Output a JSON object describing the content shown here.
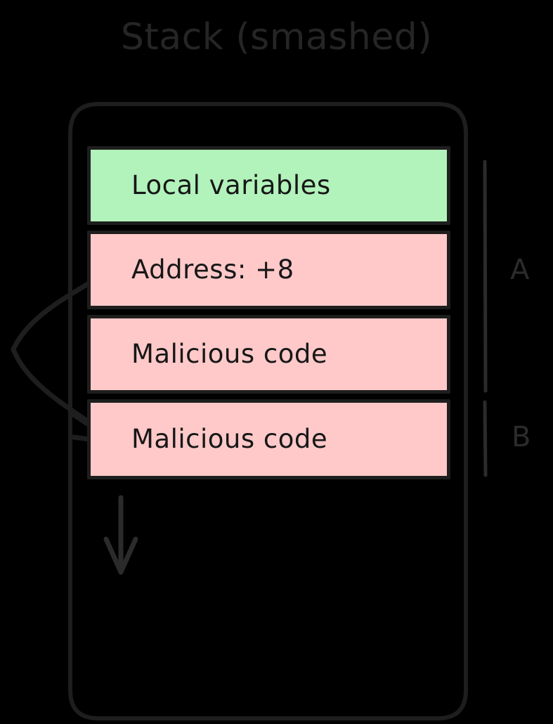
{
  "diagram": {
    "title": "Stack (smashed)",
    "background_color": "#000000",
    "ink_color": "#1e1e1e",
    "container": {
      "name": "stack-frame",
      "shape": "rounded-rectangle"
    },
    "slots": [
      {
        "label": "Local variables",
        "fill": "#b2f2bb",
        "kind": "local-variables"
      },
      {
        "label": "Address: +8",
        "fill": "#ffc9c9",
        "kind": "return-address"
      },
      {
        "label": "Malicious code",
        "fill": "#ffc9c9",
        "kind": "malicious-code"
      },
      {
        "label": "Malicious code",
        "fill": "#ffc9c9",
        "kind": "malicious-code"
      }
    ],
    "brackets": [
      {
        "label": "A",
        "spans_slots": [
          0,
          1,
          2
        ]
      },
      {
        "label": "B",
        "spans_slots": [
          3
        ]
      }
    ],
    "annotations": {
      "redirect_arrow": "curved-arrow-from-address-to-malicious-code",
      "growth_arrow": "downward-arrow"
    }
  }
}
